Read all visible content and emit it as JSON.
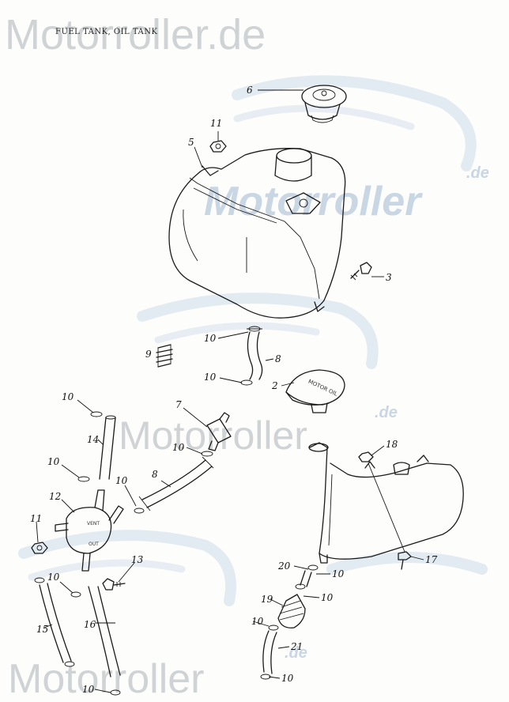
{
  "title": "FUEL TANK, OIL TANK",
  "watermark": {
    "brand": "Motorroller.de",
    "brand_short": "Motorroller",
    "brand_suffix": ".de"
  },
  "callouts": [
    {
      "id": "c6",
      "label": "6"
    },
    {
      "id": "c11a",
      "label": "11"
    },
    {
      "id": "c5",
      "label": "5"
    },
    {
      "id": "c3",
      "label": "3"
    },
    {
      "id": "c10a",
      "label": "10"
    },
    {
      "id": "c9",
      "label": "9"
    },
    {
      "id": "c8a",
      "label": "8"
    },
    {
      "id": "c10b",
      "label": "10"
    },
    {
      "id": "c2",
      "label": "2"
    },
    {
      "id": "c10c",
      "label": "10"
    },
    {
      "id": "c7",
      "label": "7"
    },
    {
      "id": "c14",
      "label": "14"
    },
    {
      "id": "c10d",
      "label": "10"
    },
    {
      "id": "c8b",
      "label": "8"
    },
    {
      "id": "c10e",
      "label": "10"
    },
    {
      "id": "c10f",
      "label": "10"
    },
    {
      "id": "c12",
      "label": "12"
    },
    {
      "id": "c11b",
      "label": "11"
    },
    {
      "id": "c13",
      "label": "13"
    },
    {
      "id": "c10g",
      "label": "10"
    },
    {
      "id": "c15",
      "label": "15"
    },
    {
      "id": "c16",
      "label": "16"
    },
    {
      "id": "c10h",
      "label": "10"
    },
    {
      "id": "c18",
      "label": "18"
    },
    {
      "id": "c17",
      "label": "17"
    },
    {
      "id": "c20",
      "label": "20"
    },
    {
      "id": "c10i",
      "label": "10"
    },
    {
      "id": "c19",
      "label": "19"
    },
    {
      "id": "c10j",
      "label": "10"
    },
    {
      "id": "c10k",
      "label": "10"
    },
    {
      "id": "c21",
      "label": "21"
    },
    {
      "id": "c10l",
      "label": "10"
    }
  ],
  "part_markings": {
    "cap_text": "MOTOR OIL",
    "vent": "VENT",
    "out": "OUT"
  }
}
